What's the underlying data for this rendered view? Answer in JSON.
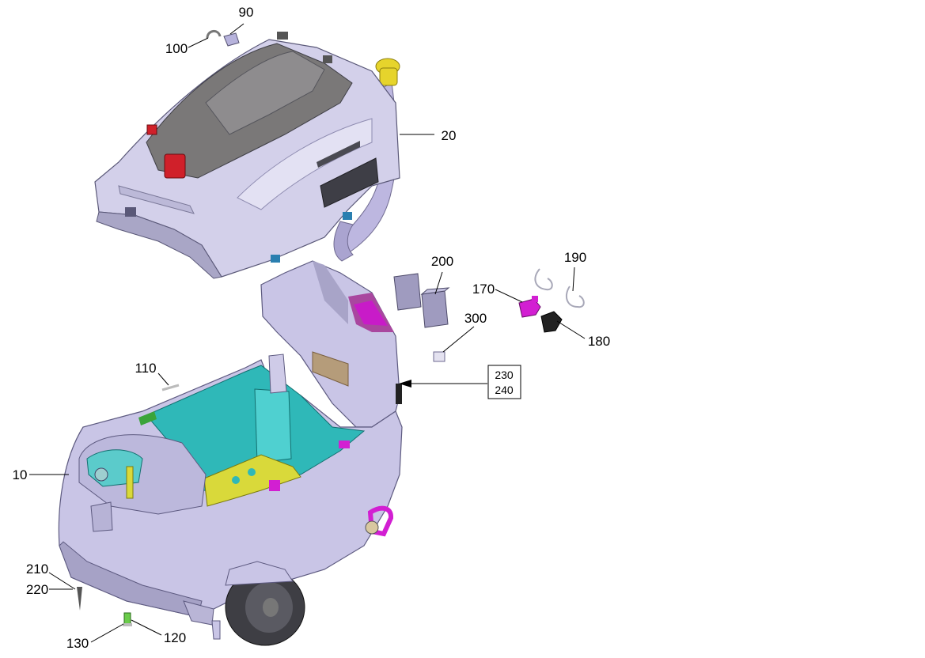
{
  "callouts": {
    "c90": "90",
    "c100": "100",
    "c20": "20",
    "c200": "200",
    "c190": "190",
    "c170": "170",
    "c300": "300",
    "c180": "180",
    "c110": "110",
    "c10": "10",
    "c210": "210",
    "c220": "220",
    "c130": "130",
    "c120": "120",
    "box_230": "230",
    "box_240": "240"
  },
  "colors": {
    "body": "#c9c5e6",
    "body_dark": "#8f8cb0",
    "cover": "#d3d0ea",
    "cover_top": "#7a7878",
    "tank_teal": "#2fb8b8",
    "floor_yellow": "#d9d93a",
    "magenta": "#d21fd2",
    "red": "#d0202a",
    "cap_yellow": "#e6d42c",
    "hose": "#bdb7e0",
    "wheel": "#3e3e44",
    "connector_blue": "#2a7fb0"
  }
}
